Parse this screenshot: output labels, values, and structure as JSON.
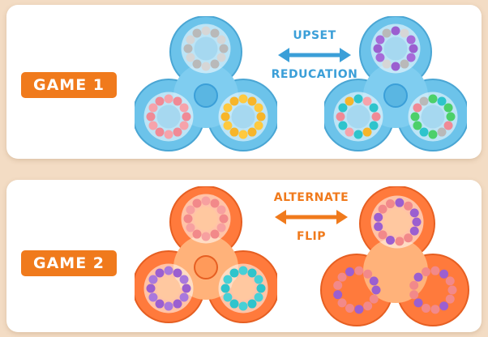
{
  "colors": {
    "background": "#f3dcc4",
    "badge": "#f07a1c",
    "blue_text": "#3b9fd8",
    "orange_text": "#f07a1c",
    "toy_blue": "#6cc3ea",
    "toy_orange": "#ff7a3c"
  },
  "game1": {
    "label": "GAME 1",
    "word_top": "UPSET",
    "word_bottom": "REDUCATION"
  },
  "game2": {
    "label": "GAME 2",
    "word_top": "ALTERNATE",
    "word_bottom": "FLIP"
  }
}
